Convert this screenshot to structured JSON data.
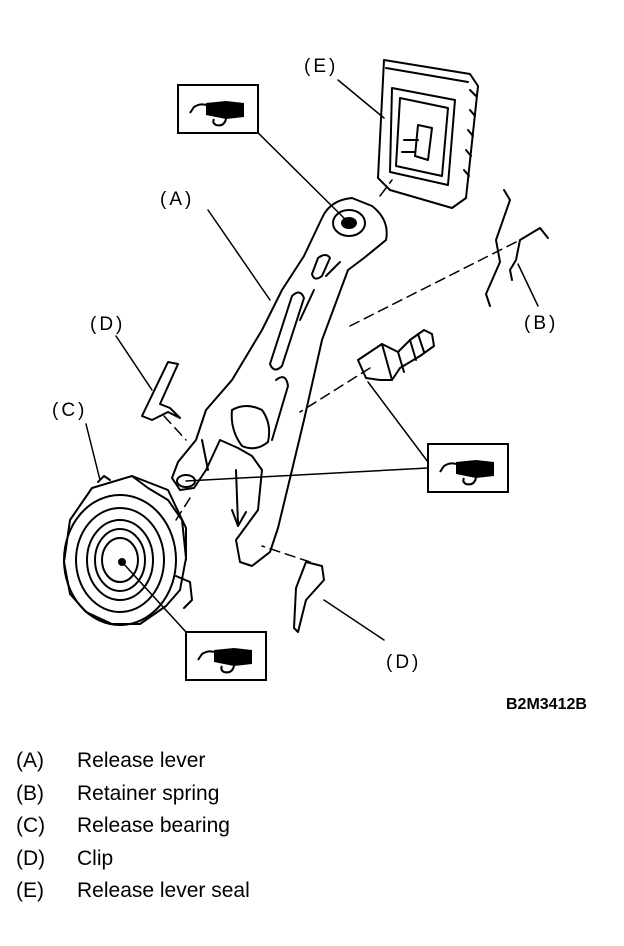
{
  "callouts": {
    "a": "(A)",
    "b": "(B)",
    "c": "(C)",
    "d_upper": "(D)",
    "d_lower": "(D)",
    "e": "(E)"
  },
  "reference_code": "B2M3412B",
  "legend": [
    {
      "letter": "(A)",
      "text": "Release lever"
    },
    {
      "letter": "(B)",
      "text": "Retainer spring"
    },
    {
      "letter": "(C)",
      "text": "Release bearing"
    },
    {
      "letter": "(D)",
      "text": "Clip"
    },
    {
      "letter": "(E)",
      "text": "Release lever seal"
    }
  ],
  "icons": [
    "grease-gun-icon",
    "grease-gun-icon",
    "grease-gun-icon"
  ]
}
